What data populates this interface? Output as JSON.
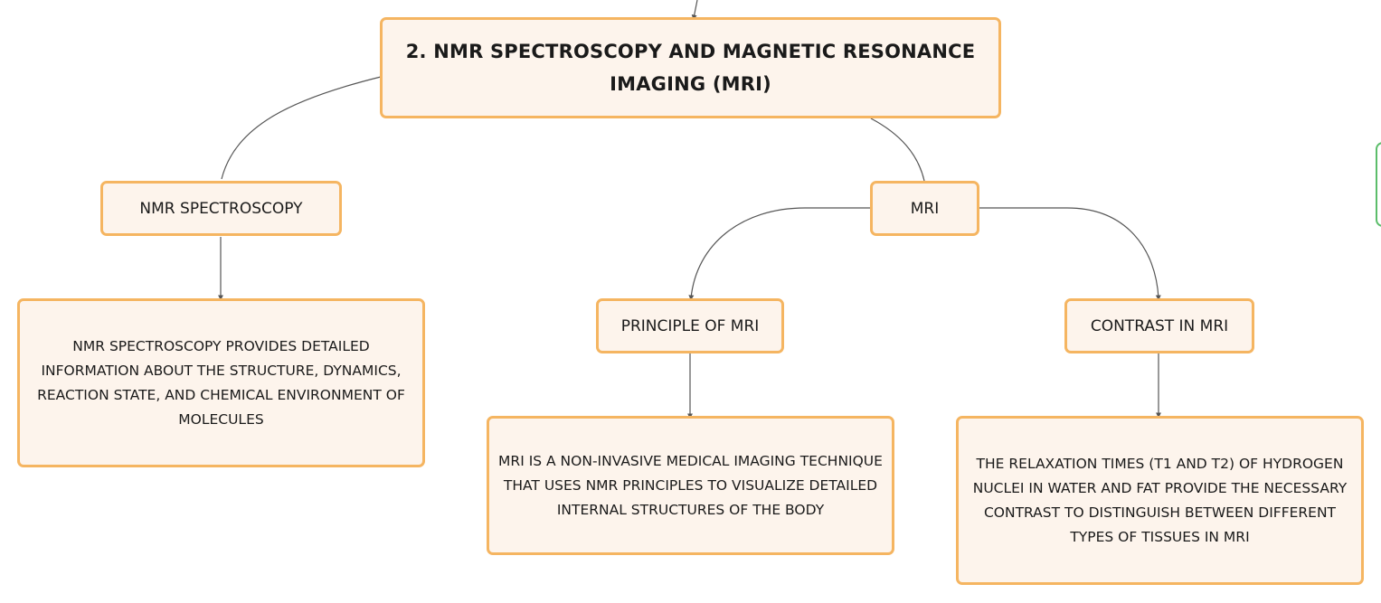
{
  "root": {
    "title": "2. NMR SPECTROSCOPY AND MAGNETIC RESONANCE IMAGING (MRI)"
  },
  "branches": {
    "nmr": {
      "label": "NMR SPECTROSCOPY",
      "detail": "NMR SPECTROSCOPY PROVIDES DETAILED INFORMATION ABOUT THE STRUCTURE, DYNAMICS, REACTION STATE, AND CHEMICAL ENVIRONMENT OF MOLECULES"
    },
    "mri": {
      "label": "MRI",
      "principle": {
        "label": "PRINCIPLE OF MRI",
        "detail": "MRI IS A NON-INVASIVE MEDICAL IMAGING TECHNIQUE THAT USES NMR PRINCIPLES TO VISUALIZE DETAILED INTERNAL STRUCTURES OF THE BODY"
      },
      "contrast": {
        "label": "CONTRAST IN MRI",
        "detail": "THE RELAXATION TIMES (T1 AND T2) OF HYDROGEN NUCLEI IN WATER AND FAT PROVIDE THE NECESSARY CONTRAST TO DISTINGUISH BETWEEN DIFFERENT TYPES OF TISSUES IN MRI"
      }
    }
  },
  "colors": {
    "node_fill": "#fdf4ec",
    "node_border": "#f5b561",
    "connector": "#555555",
    "side_tab_border": "#5bbd6a"
  }
}
